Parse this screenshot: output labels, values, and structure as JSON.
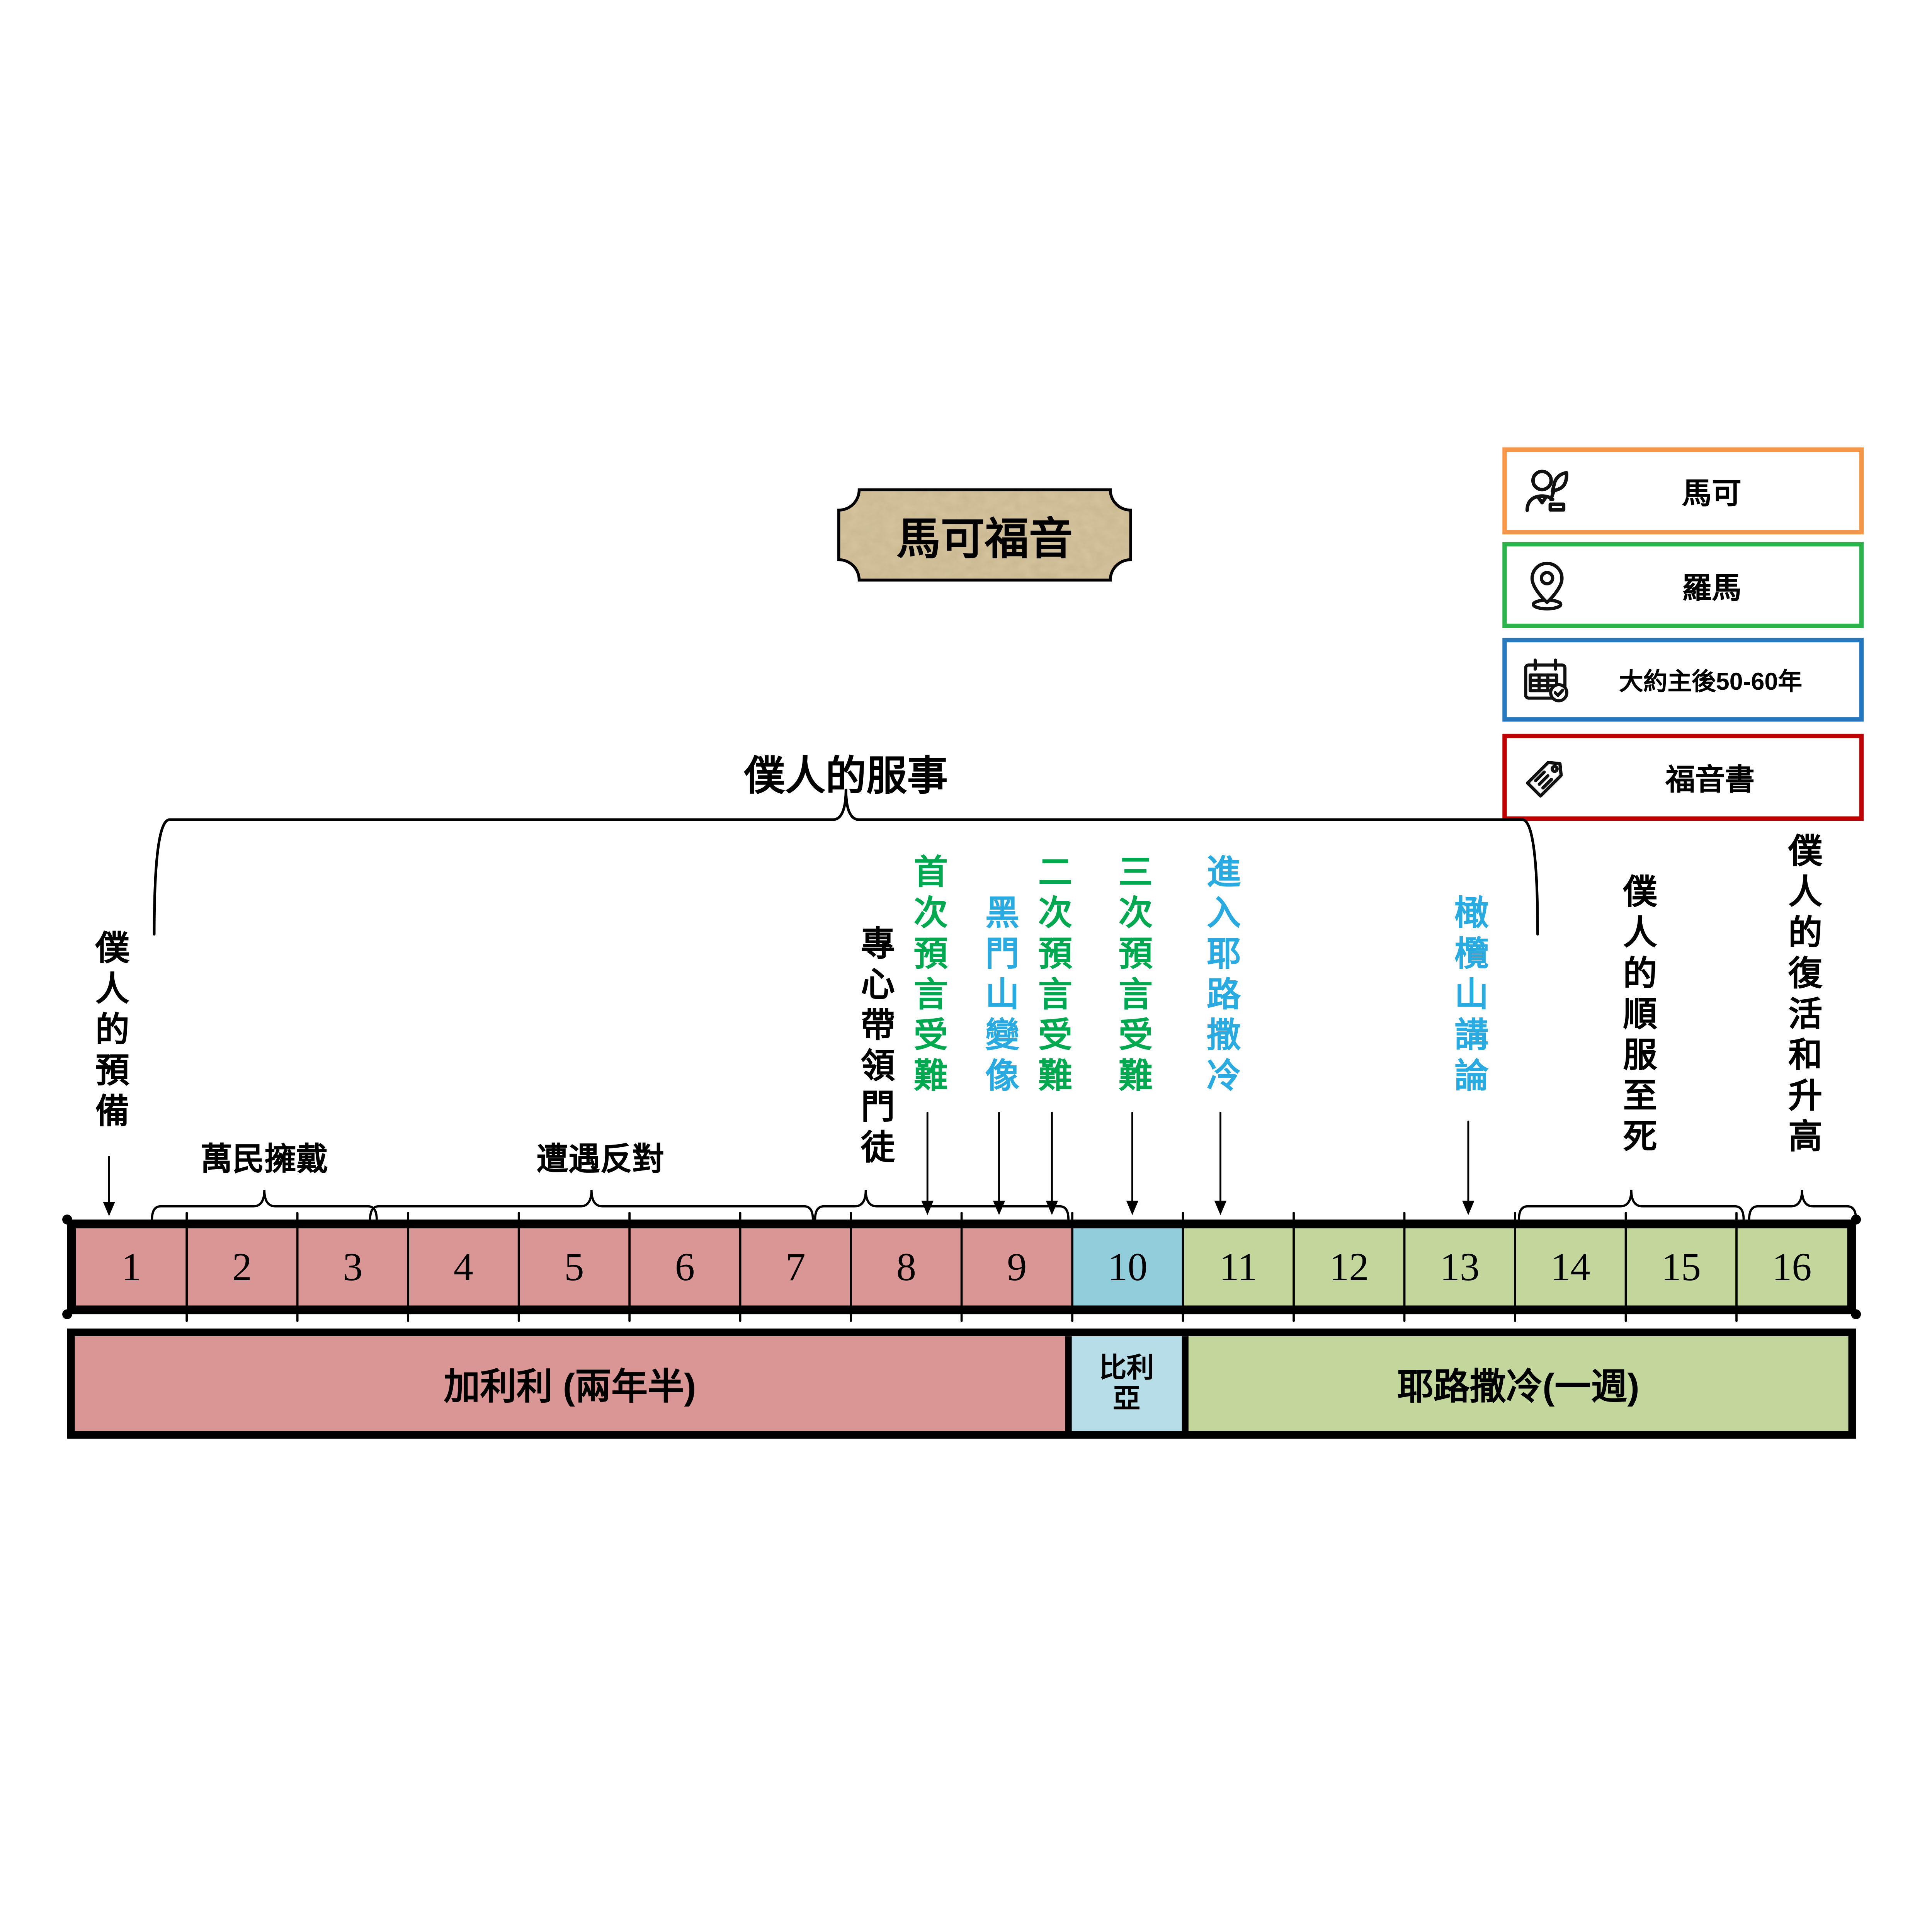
{
  "title": "馬可福音",
  "legend": {
    "items": [
      {
        "icon": "author-icon",
        "label": "馬可",
        "border_color": "#F79646"
      },
      {
        "icon": "location-pin-icon",
        "label": "羅馬",
        "border_color": "#2BB34B"
      },
      {
        "icon": "calendar-icon",
        "label": "大約主後50-60年",
        "border_color": "#2577BE"
      },
      {
        "icon": "tag-icon",
        "label": "福音書",
        "border_color": "#C00000"
      }
    ]
  },
  "outline": {
    "preparation": "僕人的預備",
    "ministry": "僕人的服事",
    "obedience": "僕人的順服至死",
    "resurrection": "僕人的復活和升高"
  },
  "phases": [
    {
      "label": "萬民擁戴",
      "chapters": "2-3"
    },
    {
      "label": "遭遇反對",
      "chapters": "4-6"
    },
    {
      "label": "專心帶領門徒",
      "chapters": "7-9"
    }
  ],
  "events": [
    {
      "label": "首次預言受難",
      "color": "#00A94F",
      "chapter": 8
    },
    {
      "label": "黑門山變像",
      "color": "#29ABE2",
      "chapter": 9
    },
    {
      "label": "二次預言受難",
      "color": "#00A94F",
      "chapter": 9
    },
    {
      "label": "三次預言受難",
      "color": "#00A94F",
      "chapter": 10
    },
    {
      "label": "進入耶路撒冷",
      "color": "#29ABE2",
      "chapter": 11
    },
    {
      "label": "橄欖山講論",
      "color": "#29ABE2",
      "chapter": 13
    }
  ],
  "chapters": [
    "1",
    "2",
    "3",
    "4",
    "5",
    "6",
    "7",
    "8",
    "9",
    "10",
    "11",
    "12",
    "13",
    "14",
    "15",
    "16"
  ],
  "regions": [
    {
      "label": "加利利 (兩年半)",
      "chapters": "1-9",
      "fill": "#D99694"
    },
    {
      "label": "比利亞",
      "chapters": "10",
      "fill": "#B7DEE8"
    },
    {
      "label": "耶路撒冷(一週)",
      "chapters": "11-16",
      "fill": "#C3D69B"
    }
  ],
  "colors": {
    "galilee_cell": "#D99694",
    "perea_cell": "#92CDDC",
    "jerusalem_cell": "#C3D69B",
    "event_green": "#00A94F",
    "event_blue": "#29ABE2",
    "plaque_fill": "#D9C8A3"
  }
}
